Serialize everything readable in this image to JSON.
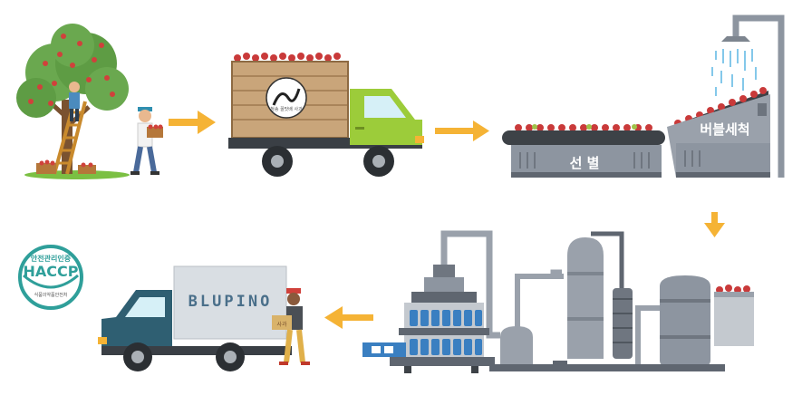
{
  "steps": {
    "sorting_label": "선 별",
    "bubble_wash_label": "버블세척"
  },
  "truck_logo_text": "청송 꿀맛배 사과",
  "delivery_truck_brand": "BLUPINO",
  "haccp": {
    "top_text": "안전관리인증",
    "main_text": "HACCP",
    "bottom_text": "식품의약품안전처"
  },
  "box_label": "사과",
  "colors": {
    "arrow": "#f5b335",
    "machine": "#8d95a0",
    "machine_dark": "#5f6670",
    "apple": "#c93a3a",
    "truck_green": "#9ccc3a",
    "truck_blue": "#2f5f72",
    "haccp": "#2f9f9a"
  },
  "icons": [
    "apple-tree-icon",
    "farmer-icon",
    "arrow-right-icon",
    "arrow-down-icon",
    "arrow-left-icon",
    "conveyor-icon",
    "shower-icon",
    "bottling-machine-icon",
    "delivery-truck-icon",
    "haccp-badge-icon"
  ]
}
